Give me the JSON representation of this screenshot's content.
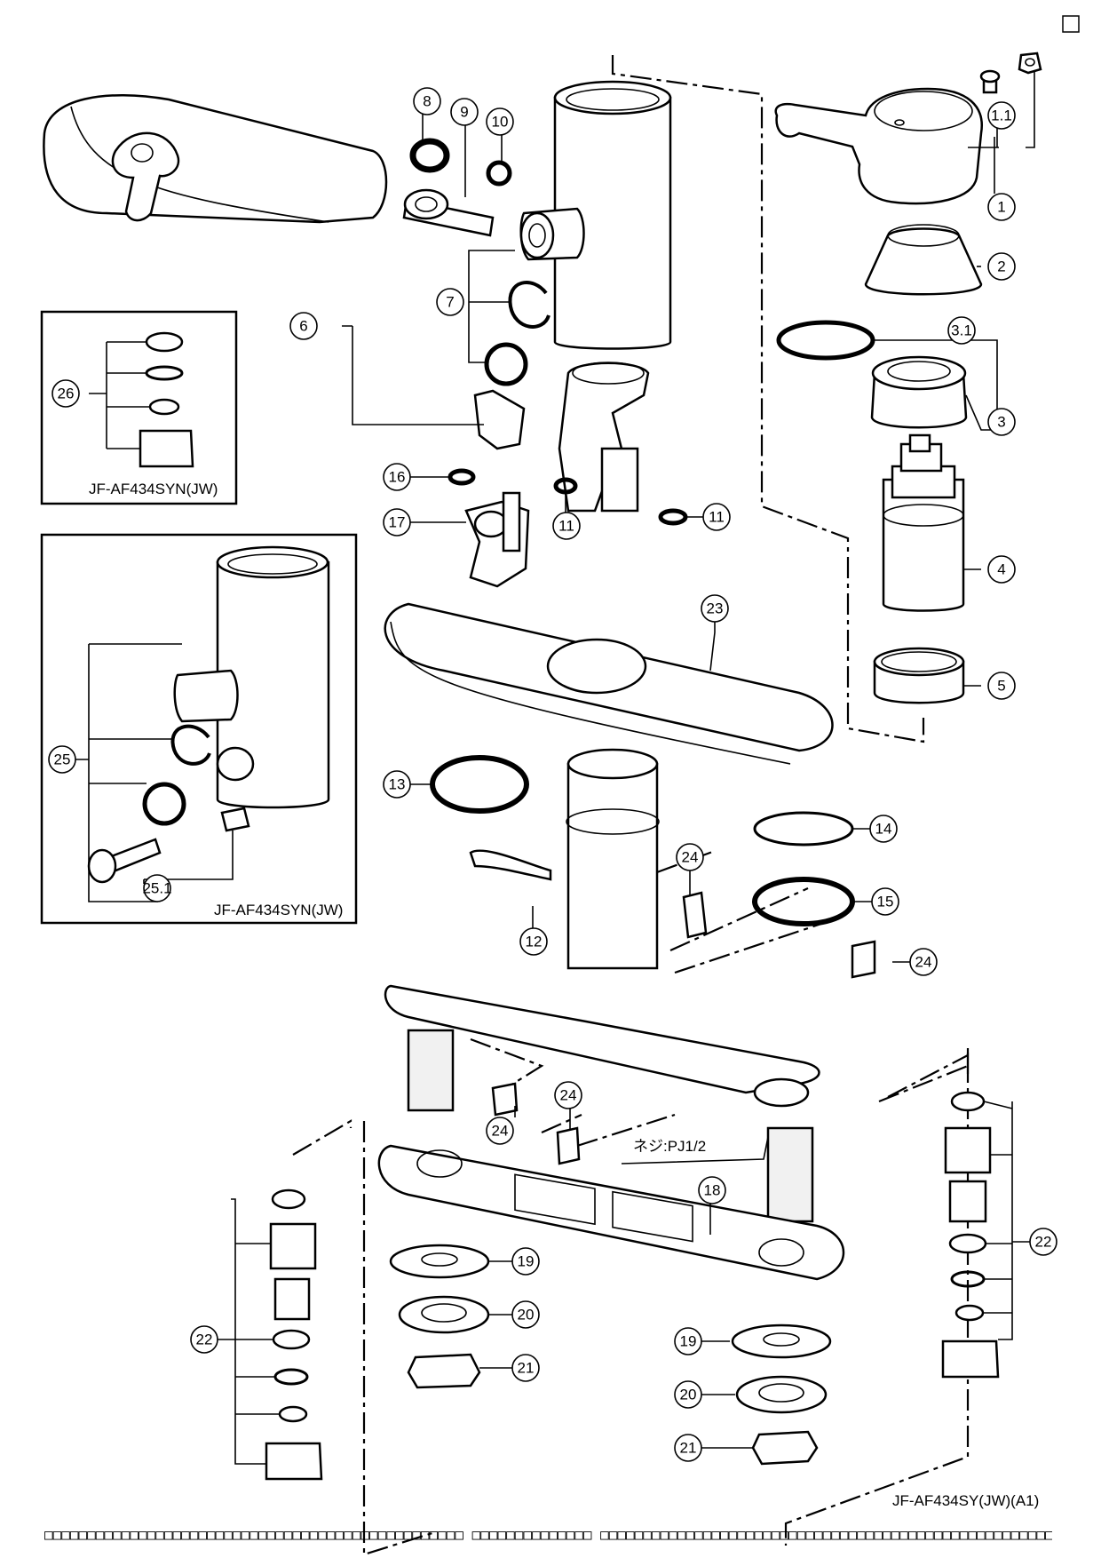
{
  "callouts": {
    "c1": "1",
    "c1_1": "1.1",
    "c2": "2",
    "c3": "3",
    "c3_1": "3.1",
    "c4": "4",
    "c5": "5",
    "c6": "6",
    "c7": "7",
    "c8": "8",
    "c9": "9",
    "c10": "10",
    "c11a": "11",
    "c11b": "11",
    "c12": "12",
    "c13": "13",
    "c14": "14",
    "c15": "15",
    "c16": "16",
    "c17": "17",
    "c18": "18",
    "c19a": "19",
    "c19b": "19",
    "c20a": "20",
    "c20b": "20",
    "c21a": "21",
    "c21b": "21",
    "c22a": "22",
    "c22b": "22",
    "c23": "23",
    "c24a": "24",
    "c24b": "24",
    "c24c": "24",
    "c24d": "24",
    "c25": "25",
    "c25_1": "25.1",
    "c26": "26"
  },
  "labels": {
    "inset_top_model": "JF-AF434SYN(JW)",
    "inset_bottom_model": "JF-AF434SYN(JW)",
    "main_model": "JF-AF434SY(JW)(A1)",
    "thread_spec": "ネジ:PJ1/2"
  },
  "footer": {
    "strip": "□□□□□□□□□□□□□□□□□□□□□□□□□□□□□□□□□□□□□□□□□□□□□□□□□ □□□□□□□□□□□□□□ □□□□□□□□□□□□□□□□□□□□□□□□□□□□□□□□□□□□□□□□□□□□□□□□□□□□□"
  }
}
